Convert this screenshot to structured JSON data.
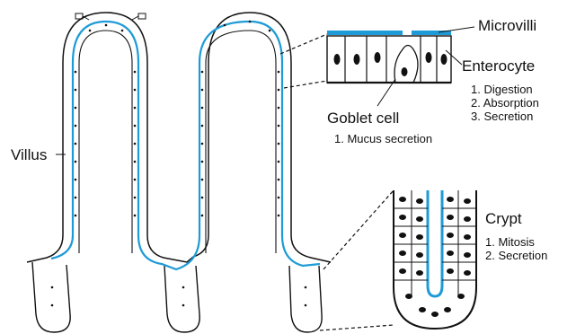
{
  "labels": {
    "microvilli": "Microvilli",
    "enterocyte": "Enterocyte",
    "goblet_cell": "Goblet cell",
    "villus": "Villus",
    "crypt": "Crypt"
  },
  "enterocyte_functions": [
    "1. Digestion",
    "2. Absorption",
    "3. Secretion"
  ],
  "goblet_functions": [
    "1. Mucus secretion"
  ],
  "crypt_functions": [
    "1. Mitosis",
    "2. Secretion"
  ],
  "colors": {
    "brush_border": "#1e9bd7",
    "outline": "#111111"
  },
  "icons": [
    "villus-shape",
    "cell-nucleus",
    "goblet-cell-shape",
    "crypt-shape",
    "leader-line"
  ]
}
